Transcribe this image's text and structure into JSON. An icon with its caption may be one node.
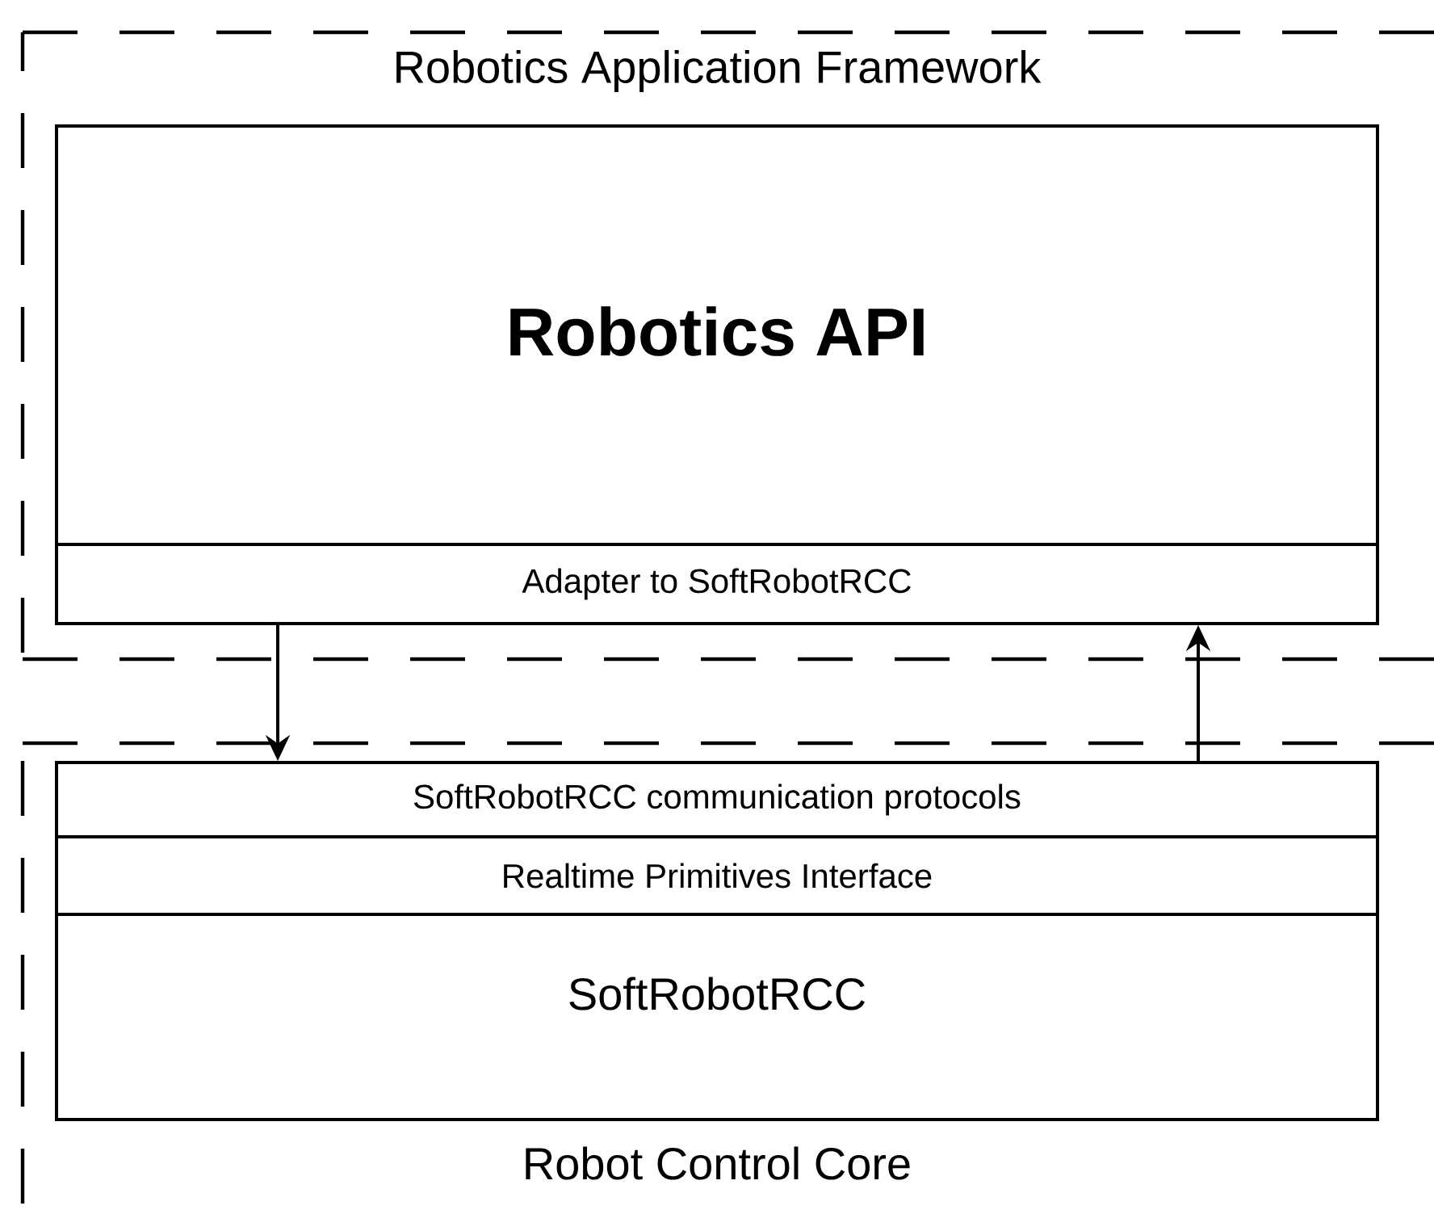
{
  "diagram": {
    "nodes": [
      {
        "text": [
          "Robotics Application Framework"
        ]
      },
      {
        "text": [
          "Robotics API"
        ],
        "in": 0
      },
      {
        "text": [
          "Adapter to SoftRobotRCC"
        ],
        "in": 1
      },
      {
        "text": [
          "Robot Control Core"
        ]
      },
      {
        "text": [
          "SoftRobotRCC"
        ],
        "in": 3
      },
      {
        "text": [
          "SoftRobotRCC communication protocols"
        ],
        "in": 4
      },
      {
        "text": [
          "Realtime Primitives Interface"
        ],
        "in": 4
      }
    ],
    "edges": [
      {
        "from": 2,
        "to": 5,
        "arrow": "to"
      },
      {
        "from": 5,
        "to": 2,
        "arrow": "to"
      }
    ]
  }
}
